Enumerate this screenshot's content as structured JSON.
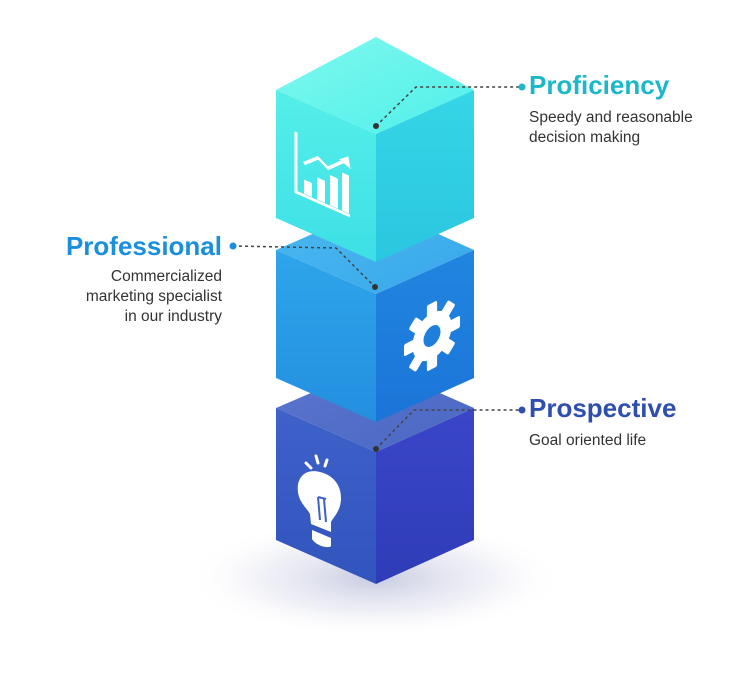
{
  "colors": {
    "proficiency": "#1bb8c9",
    "professional": "#1a8fdc",
    "prospective": "#2f4fae",
    "connector": "#444444"
  },
  "blocks": [
    {
      "id": "proficiency",
      "icon": "chart-growth-icon",
      "title": "Proficiency",
      "desc": [
        "Speedy and reasonable",
        "decision making"
      ]
    },
    {
      "id": "professional",
      "icon": "gear-icon",
      "title": "Professional",
      "desc": [
        "Commercialized",
        "marketing specialist",
        "in our industry"
      ]
    },
    {
      "id": "prospective",
      "icon": "lightbulb-icon",
      "title": "Prospective",
      "desc": [
        "Goal oriented life"
      ]
    }
  ]
}
